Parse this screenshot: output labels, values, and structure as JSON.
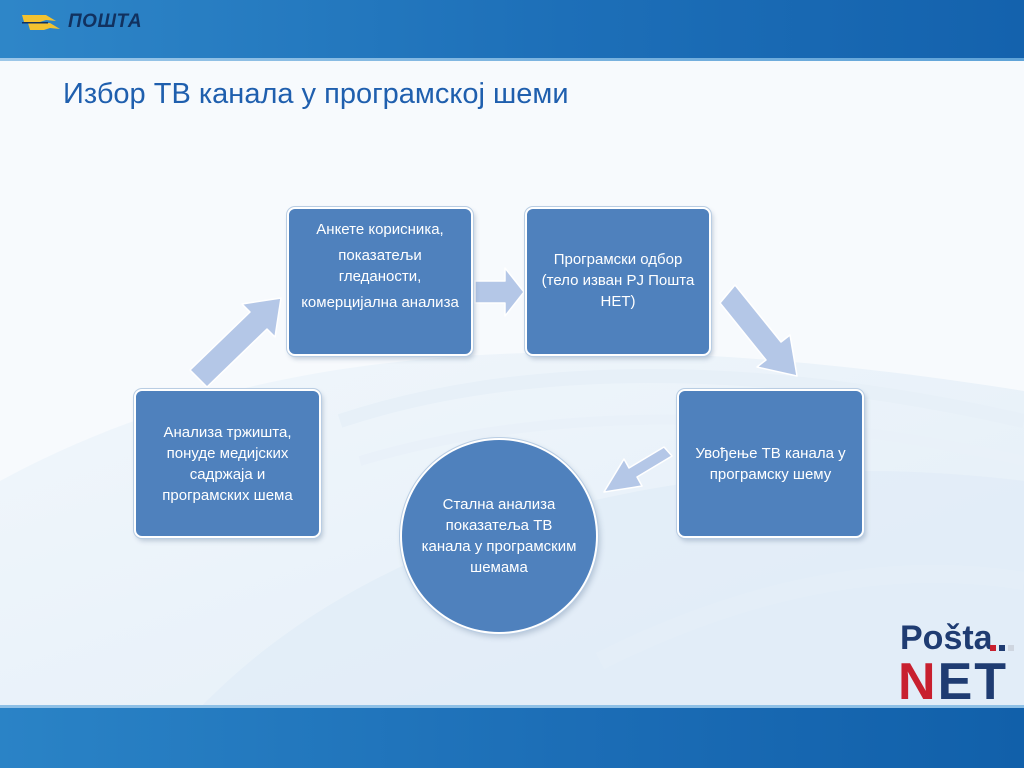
{
  "header": {
    "logo_text": "ПОШТА"
  },
  "slide": {
    "title": "Избор ТВ канала у програмској шеми"
  },
  "diagram": {
    "surveys_box": {
      "lines": [
        "Анкете корисника,",
        "показатељи гледаности,",
        "комерцијална анализа"
      ]
    },
    "selection_box": {
      "text": "Програмски одбор (тело изван РЈ Пошта НЕТ)"
    },
    "market_box": {
      "text": "Анализа тржишта, понуде медијских садржаја и програмских шема"
    },
    "introduction_box": {
      "text": "Увођење ТВ канала у програмску шему"
    },
    "analysis_circle": {
      "text": "Стална анализа показатеља ТВ канала у програмским шемама"
    }
  },
  "brand": {
    "top_text": "Pošta",
    "bottom_letters": [
      "N",
      "E",
      "T"
    ],
    "dot_colors": [
      "#c8202f",
      "#1f3c72",
      "#cfd6e0"
    ]
  },
  "colors": {
    "box_fill": "#4f81bd",
    "arrow_fill": "#b4c7e7",
    "title": "#1f5fae",
    "bar": "#1d6fb8"
  }
}
